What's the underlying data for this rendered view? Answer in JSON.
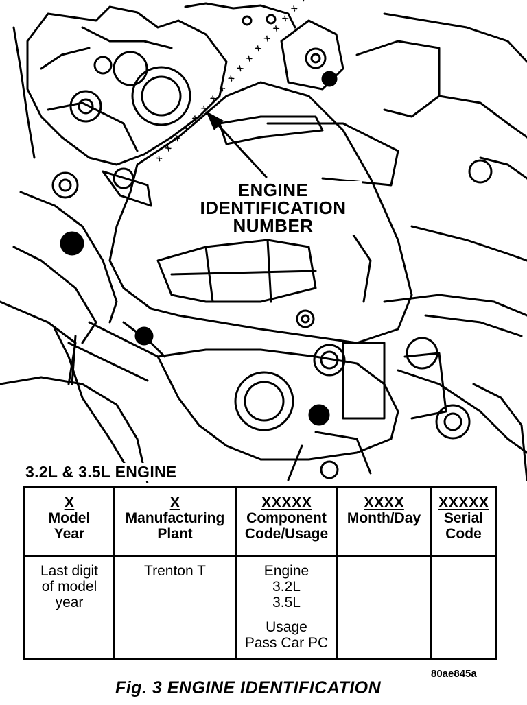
{
  "diagram": {
    "callout": [
      "ENGINE",
      "IDENTIFICATION",
      "NUMBER"
    ],
    "stamp_marks": "x x x x x x x x x x x x x x x x x x x x",
    "engine_title": "3.2L & 3.5L ENGINE"
  },
  "table": {
    "columns": [
      {
        "code": "X",
        "header": [
          "Model",
          "Year"
        ]
      },
      {
        "code": "X",
        "header": [
          "Manufacturing",
          "Plant"
        ]
      },
      {
        "code": "XXXXX",
        "header": [
          "Component",
          "Code/Usage"
        ]
      },
      {
        "code": "XXXX",
        "header": [
          "Month/Day"
        ]
      },
      {
        "code": "XXXXX",
        "header": [
          "Serial",
          "Code"
        ]
      }
    ],
    "row": {
      "model_year": [
        "Last digit",
        "of model",
        "year"
      ],
      "plant": [
        "Trenton T"
      ],
      "component": [
        "Engine",
        "3.2L",
        "3.5L"
      ],
      "usage": [
        "Usage",
        "Pass Car PC"
      ],
      "month_day": "",
      "serial": ""
    }
  },
  "figure_id": "80ae845a",
  "caption": "Fig. 3 ENGINE IDENTIFICATION"
}
